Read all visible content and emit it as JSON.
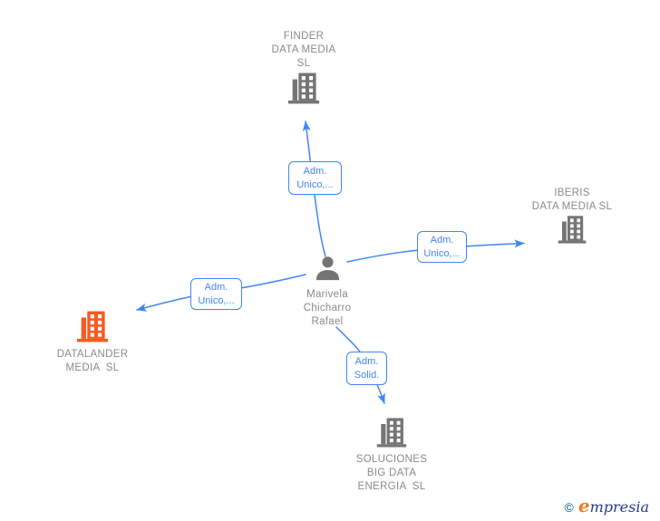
{
  "nodes": {
    "finder": {
      "line1": "FINDER",
      "line2": "DATA MEDIA",
      "line3": "SL"
    },
    "iberis": {
      "line1": "IBERIS",
      "line2": "DATA MEDIA SL"
    },
    "datalander": {
      "line1": "DATALANDER",
      "line2": "MEDIA  SL"
    },
    "soluciones": {
      "line1": "SOLUCIONES",
      "line2": "BIG DATA",
      "line3": "ENERGIA  SL"
    },
    "person": {
      "line1": "Marivela",
      "line2": "Chicharro",
      "line3": "Rafael"
    }
  },
  "edge_labels": {
    "person_finder": {
      "line1": "Adm.",
      "line2": "Unico,..."
    },
    "person_iberis": {
      "line1": "Adm.",
      "line2": "Unico,..."
    },
    "person_datalander": {
      "line1": "Adm.",
      "line2": "Unico,..."
    },
    "person_soluciones": {
      "line1": "Adm.",
      "line2": "Solid."
    }
  },
  "footer": {
    "copyright_symbol": "©",
    "brand_initial": "e",
    "brand_rest": "mpresia"
  },
  "colors": {
    "edge_blue": "#4285F4",
    "icon_gray": "#757575",
    "label_gray": "#8A8A8A",
    "highlight_orange": "#F95B22",
    "logo_teal": "#2A7E92",
    "logo_navy": "#26398B",
    "logo_orange": "#EE7D1E",
    "background": "#FFFFFF"
  }
}
